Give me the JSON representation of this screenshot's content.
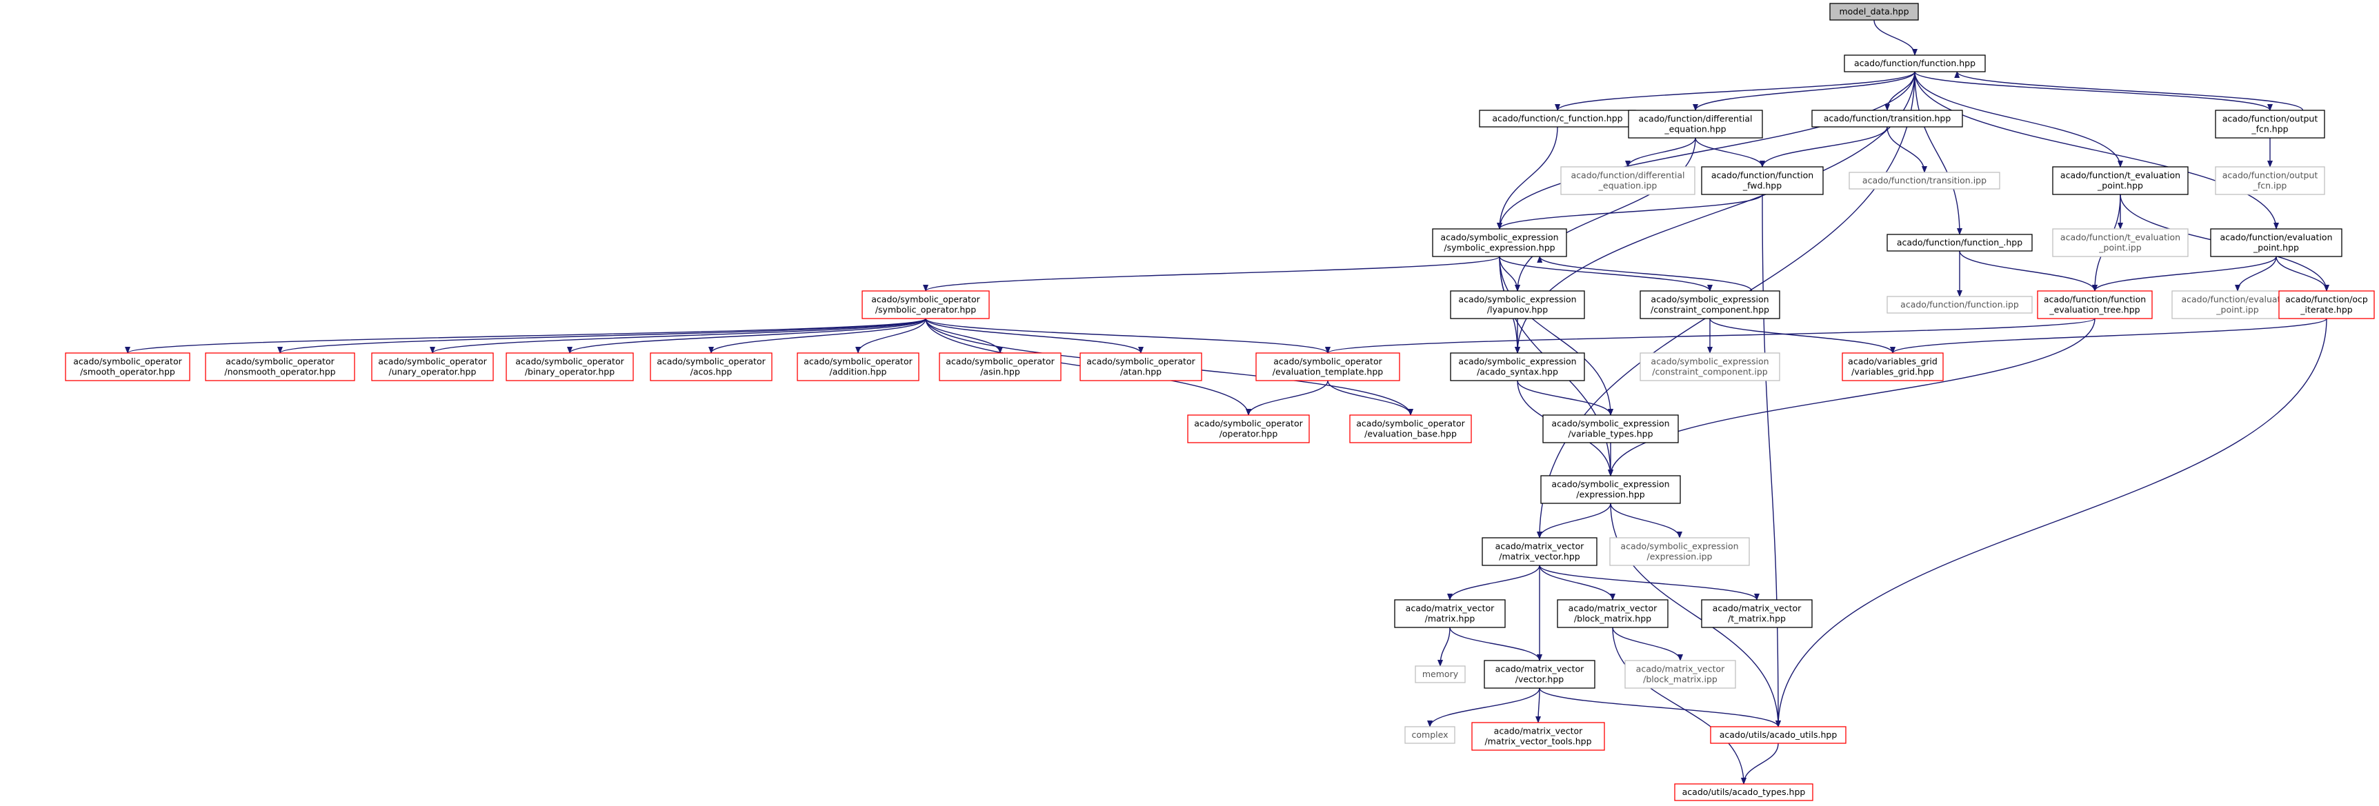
{
  "nodes": [
    {
      "id": "model_data",
      "lines": [
        "model_data.hpp"
      ],
      "style": "root"
    },
    {
      "id": "function",
      "lines": [
        "acado/function/function.hpp"
      ],
      "style": "black"
    },
    {
      "id": "c_function",
      "lines": [
        "acado/function/c_function.hpp"
      ],
      "style": "black"
    },
    {
      "id": "differential_equation",
      "lines": [
        "acado/function/differential",
        "_equation.hpp"
      ],
      "style": "black"
    },
    {
      "id": "transition",
      "lines": [
        "acado/function/transition.hpp"
      ],
      "style": "black"
    },
    {
      "id": "output_fcn",
      "lines": [
        "acado/function/output",
        "_fcn.hpp"
      ],
      "style": "black"
    },
    {
      "id": "differential_equation_ipp",
      "lines": [
        "acado/function/differential",
        "_equation.ipp"
      ],
      "style": "gray"
    },
    {
      "id": "function_fwd",
      "lines": [
        "acado/function/function",
        "_fwd.hpp"
      ],
      "style": "black"
    },
    {
      "id": "transition_ipp",
      "lines": [
        "acado/function/transition.ipp"
      ],
      "style": "gray"
    },
    {
      "id": "output_fcn_ipp",
      "lines": [
        "acado/function/output",
        "_fcn.ipp"
      ],
      "style": "gray"
    },
    {
      "id": "t_evaluation_point",
      "lines": [
        "acado/function/t_evaluation",
        "_point.hpp"
      ],
      "style": "black"
    },
    {
      "id": "symbolic_expression",
      "lines": [
        "acado/symbolic_expression",
        "/symbolic_expression.hpp"
      ],
      "style": "black"
    },
    {
      "id": "function_",
      "lines": [
        "acado/function/function_.hpp"
      ],
      "style": "black"
    },
    {
      "id": "t_evaluation_point_ipp",
      "lines": [
        "acado/function/t_evaluation",
        "_point.ipp"
      ],
      "style": "gray"
    },
    {
      "id": "evaluation_point",
      "lines": [
        "acado/function/evaluation",
        "_point.hpp"
      ],
      "style": "black"
    },
    {
      "id": "symbolic_operator",
      "lines": [
        "acado/symbolic_operator",
        "/symbolic_operator.hpp"
      ],
      "style": "red"
    },
    {
      "id": "lyapunov",
      "lines": [
        "acado/symbolic_expression",
        "/lyapunov.hpp"
      ],
      "style": "black"
    },
    {
      "id": "constraint_component",
      "lines": [
        "acado/symbolic_expression",
        "/constraint_component.hpp"
      ],
      "style": "black"
    },
    {
      "id": "function_ipp",
      "lines": [
        "acado/function/function.ipp"
      ],
      "style": "gray"
    },
    {
      "id": "function_evaluation_tree",
      "lines": [
        "acado/function/function",
        "_evaluation_tree.hpp"
      ],
      "style": "red"
    },
    {
      "id": "evaluation_point_ipp",
      "lines": [
        "acado/function/evaluation",
        "_point.ipp"
      ],
      "style": "gray"
    },
    {
      "id": "ocp_iterate",
      "lines": [
        "acado/function/ocp",
        "_iterate.hpp"
      ],
      "style": "red"
    },
    {
      "id": "smooth_operator",
      "lines": [
        "acado/symbolic_operator",
        "/smooth_operator.hpp"
      ],
      "style": "red"
    },
    {
      "id": "nonsmooth_operator",
      "lines": [
        "acado/symbolic_operator",
        "/nonsmooth_operator.hpp"
      ],
      "style": "red"
    },
    {
      "id": "unary_operator",
      "lines": [
        "acado/symbolic_operator",
        "/unary_operator.hpp"
      ],
      "style": "red"
    },
    {
      "id": "binary_operator",
      "lines": [
        "acado/symbolic_operator",
        "/binary_operator.hpp"
      ],
      "style": "red"
    },
    {
      "id": "acos",
      "lines": [
        "acado/symbolic_operator",
        "/acos.hpp"
      ],
      "style": "red"
    },
    {
      "id": "addition",
      "lines": [
        "acado/symbolic_operator",
        "/addition.hpp"
      ],
      "style": "red"
    },
    {
      "id": "asin",
      "lines": [
        "acado/symbolic_operator",
        "/asin.hpp"
      ],
      "style": "red"
    },
    {
      "id": "atan",
      "lines": [
        "acado/symbolic_operator",
        "/atan.hpp"
      ],
      "style": "red"
    },
    {
      "id": "evaluation_template",
      "lines": [
        "acado/symbolic_operator",
        "/evaluation_template.hpp"
      ],
      "style": "red"
    },
    {
      "id": "acado_syntax",
      "lines": [
        "acado/symbolic_expression",
        "/acado_syntax.hpp"
      ],
      "style": "black"
    },
    {
      "id": "constraint_component_ipp",
      "lines": [
        "acado/symbolic_expression",
        "/constraint_component.ipp"
      ],
      "style": "gray"
    },
    {
      "id": "variables_grid",
      "lines": [
        "acado/variables_grid",
        "/variables_grid.hpp"
      ],
      "style": "red"
    },
    {
      "id": "operator",
      "lines": [
        "acado/symbolic_operator",
        "/operator.hpp"
      ],
      "style": "red"
    },
    {
      "id": "evaluation_base",
      "lines": [
        "acado/symbolic_operator",
        "/evaluation_base.hpp"
      ],
      "style": "red"
    },
    {
      "id": "variable_types",
      "lines": [
        "acado/symbolic_expression",
        "/variable_types.hpp"
      ],
      "style": "black"
    },
    {
      "id": "expression",
      "lines": [
        "acado/symbolic_expression",
        "/expression.hpp"
      ],
      "style": "black"
    },
    {
      "id": "matrix_vector",
      "lines": [
        "acado/matrix_vector",
        "/matrix_vector.hpp"
      ],
      "style": "black"
    },
    {
      "id": "expression_ipp",
      "lines": [
        "acado/symbolic_expression",
        "/expression.ipp"
      ],
      "style": "gray"
    },
    {
      "id": "matrix",
      "lines": [
        "acado/matrix_vector",
        "/matrix.hpp"
      ],
      "style": "black"
    },
    {
      "id": "block_matrix",
      "lines": [
        "acado/matrix_vector",
        "/block_matrix.hpp"
      ],
      "style": "black"
    },
    {
      "id": "t_matrix",
      "lines": [
        "acado/matrix_vector",
        "/t_matrix.hpp"
      ],
      "style": "black"
    },
    {
      "id": "memory",
      "lines": [
        "memory"
      ],
      "style": "gray"
    },
    {
      "id": "vector",
      "lines": [
        "acado/matrix_vector",
        "/vector.hpp"
      ],
      "style": "black"
    },
    {
      "id": "block_matrix_ipp",
      "lines": [
        "acado/matrix_vector",
        "/block_matrix.ipp"
      ],
      "style": "gray"
    },
    {
      "id": "complex",
      "lines": [
        "complex"
      ],
      "style": "gray"
    },
    {
      "id": "matrix_vector_tools",
      "lines": [
        "acado/matrix_vector",
        "/matrix_vector_tools.hpp"
      ],
      "style": "red"
    },
    {
      "id": "acado_utils",
      "lines": [
        "acado/utils/acado_utils.hpp"
      ],
      "style": "red"
    },
    {
      "id": "acado_types",
      "lines": [
        "acado/utils/acado_types.hpp"
      ],
      "style": "red"
    }
  ],
  "edges": [
    [
      "model_data",
      "function"
    ],
    [
      "function",
      "c_function"
    ],
    [
      "function",
      "differential_equation"
    ],
    [
      "function",
      "transition"
    ],
    [
      "function",
      "output_fcn"
    ],
    [
      "function",
      "t_evaluation_point"
    ],
    [
      "function",
      "evaluation_point"
    ],
    [
      "function",
      "function_"
    ],
    [
      "function",
      "symbolic_expression"
    ],
    [
      "function",
      "acado_syntax"
    ],
    [
      "function",
      "matrix_vector"
    ],
    [
      "output_fcn",
      "function"
    ],
    [
      "output_fcn",
      "output_fcn_ipp"
    ],
    [
      "c_function",
      "symbolic_expression"
    ],
    [
      "differential_equation",
      "differential_equation_ipp"
    ],
    [
      "differential_equation",
      "function_fwd"
    ],
    [
      "differential_equation",
      "lyapunov"
    ],
    [
      "transition",
      "function_fwd"
    ],
    [
      "transition",
      "transition_ipp"
    ],
    [
      "function_fwd",
      "symbolic_expression"
    ],
    [
      "function_fwd",
      "acado_utils"
    ],
    [
      "t_evaluation_point",
      "t_evaluation_point_ipp"
    ],
    [
      "t_evaluation_point",
      "function_evaluation_tree"
    ],
    [
      "t_evaluation_point",
      "ocp_iterate"
    ],
    [
      "function_",
      "function_ipp"
    ],
    [
      "function_",
      "function_evaluation_tree"
    ],
    [
      "evaluation_point",
      "function_evaluation_tree"
    ],
    [
      "evaluation_point",
      "evaluation_point_ipp"
    ],
    [
      "evaluation_point",
      "ocp_iterate"
    ],
    [
      "symbolic_expression",
      "symbolic_operator"
    ],
    [
      "symbolic_expression",
      "lyapunov"
    ],
    [
      "symbolic_expression",
      "constraint_component"
    ],
    [
      "symbolic_expression",
      "acado_syntax"
    ],
    [
      "symbolic_expression",
      "variable_types"
    ],
    [
      "symbolic_expression",
      "expression"
    ],
    [
      "constraint_component",
      "symbolic_expression"
    ],
    [
      "constraint_component",
      "constraint_component_ipp"
    ],
    [
      "constraint_component",
      "variables_grid"
    ],
    [
      "lyapunov",
      "acado_syntax"
    ],
    [
      "symbolic_operator",
      "smooth_operator"
    ],
    [
      "symbolic_operator",
      "nonsmooth_operator"
    ],
    [
      "symbolic_operator",
      "unary_operator"
    ],
    [
      "symbolic_operator",
      "binary_operator"
    ],
    [
      "symbolic_operator",
      "acos"
    ],
    [
      "symbolic_operator",
      "addition"
    ],
    [
      "symbolic_operator",
      "asin"
    ],
    [
      "symbolic_operator",
      "atan"
    ],
    [
      "symbolic_operator",
      "evaluation_template"
    ],
    [
      "symbolic_operator",
      "operator"
    ],
    [
      "symbolic_operator",
      "evaluation_base"
    ],
    [
      "function_evaluation_tree",
      "evaluation_template"
    ],
    [
      "function_evaluation_tree",
      "expression"
    ],
    [
      "ocp_iterate",
      "variables_grid"
    ],
    [
      "ocp_iterate",
      "acado_utils"
    ],
    [
      "evaluation_template",
      "operator"
    ],
    [
      "evaluation_template",
      "evaluation_base"
    ],
    [
      "acado_syntax",
      "variable_types"
    ],
    [
      "acado_syntax",
      "expression"
    ],
    [
      "variable_types",
      "expression"
    ],
    [
      "expression",
      "matrix_vector"
    ],
    [
      "expression",
      "expression_ipp"
    ],
    [
      "expression",
      "acado_utils"
    ],
    [
      "matrix_vector",
      "matrix"
    ],
    [
      "matrix_vector",
      "block_matrix"
    ],
    [
      "matrix_vector",
      "t_matrix"
    ],
    [
      "matrix_vector",
      "vector"
    ],
    [
      "matrix",
      "memory"
    ],
    [
      "matrix",
      "vector"
    ],
    [
      "block_matrix",
      "block_matrix_ipp"
    ],
    [
      "block_matrix",
      "acado_types"
    ],
    [
      "vector",
      "complex"
    ],
    [
      "vector",
      "matrix_vector_tools"
    ],
    [
      "vector",
      "acado_utils"
    ],
    [
      "acado_utils",
      "acado_types"
    ]
  ],
  "colors": {
    "edge": "#191970",
    "root_fill": "#bfbfbf",
    "black_border": "#000000",
    "red_border": "#ff0000",
    "gray_border": "#bfbfbf"
  }
}
